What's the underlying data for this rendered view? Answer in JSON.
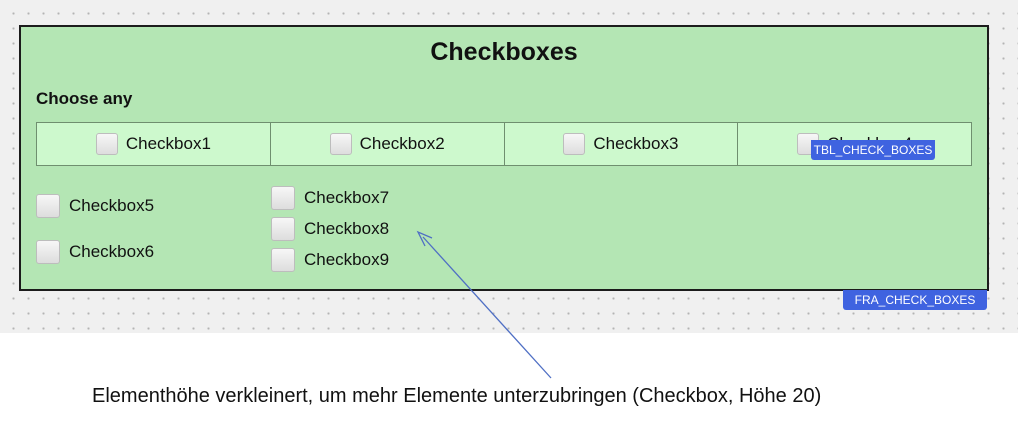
{
  "frame": {
    "title": "Checkboxes",
    "prompt": "Choose any",
    "tag": "FRA_CHECK_BOXES"
  },
  "table": {
    "tag": "TBL_CHECK_BOXES",
    "checkboxes": [
      {
        "label": "Checkbox1",
        "checked": false
      },
      {
        "label": "Checkbox2",
        "checked": false
      },
      {
        "label": "Checkbox3",
        "checked": false
      },
      {
        "label": "Checkbox4",
        "checked": false
      }
    ]
  },
  "standalone": {
    "checkboxes": [
      {
        "label": "Checkbox5",
        "checked": false
      },
      {
        "label": "Checkbox6",
        "checked": false
      },
      {
        "label": "Checkbox7",
        "checked": false
      },
      {
        "label": "Checkbox8",
        "checked": false
      },
      {
        "label": "Checkbox9",
        "checked": false
      }
    ]
  },
  "annotation": {
    "text": "Elementhöhe verkleinert, um mehr Elemente unterzubringen (Checkbox, Höhe 20)"
  },
  "colors": {
    "frame_background": "#b4e6b4",
    "cell_background": "#cdf9cd",
    "tag_background": "#3f63e0",
    "arrow": "#4f6fc4"
  }
}
